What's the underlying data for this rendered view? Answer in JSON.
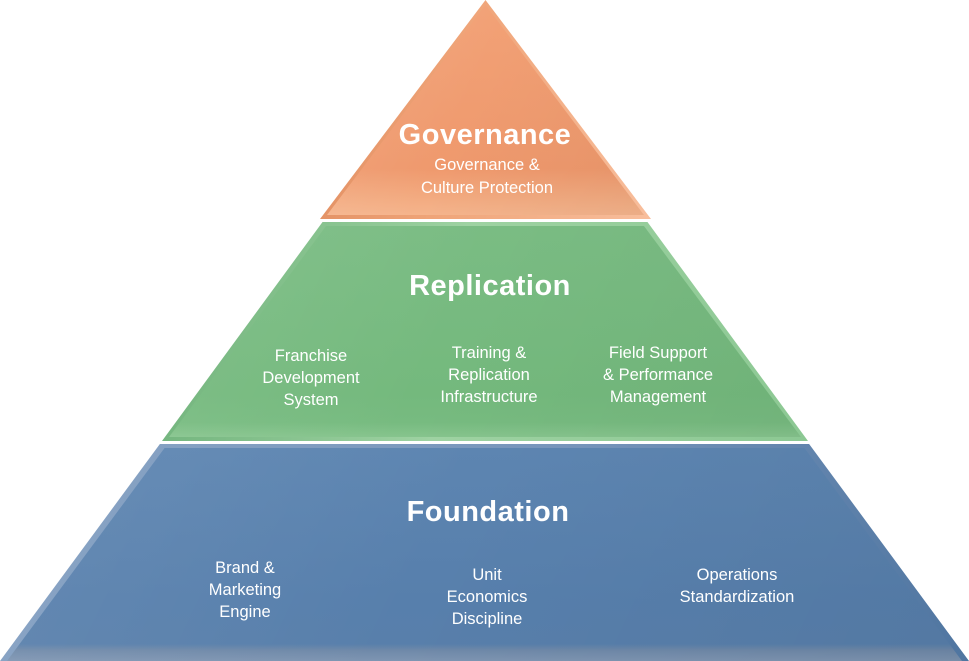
{
  "pyramid": {
    "type": "pyramid-diagram",
    "levels_count": 3,
    "text_color": "#FFFFFF",
    "tiers": [
      {
        "id": "governance",
        "title": "Governance",
        "subtitle": "Governance &\nCulture Protection",
        "fill_color": "#EF996D",
        "edge_color": "#F8BE9C",
        "items": []
      },
      {
        "id": "replication",
        "title": "Replication",
        "subtitle": "",
        "fill_color": "#74B97D",
        "edge_color": "#9ED2A2",
        "items": [
          {
            "label": "Franchise\nDevelopment\nSystem"
          },
          {
            "label": "Training &\nReplication\nInfrastructure"
          },
          {
            "label": "Field Support\n& Performance\nManagement"
          }
        ]
      },
      {
        "id": "foundation",
        "title": "Foundation",
        "subtitle": "",
        "fill_color": "#577FAC",
        "edge_color": "#8AA5C5",
        "items": [
          {
            "label": "Brand &\nMarketing\nEngine"
          },
          {
            "label": "Unit\nEconomics\nDiscipline"
          },
          {
            "label": "Operations\nStandardization"
          }
        ]
      }
    ]
  }
}
